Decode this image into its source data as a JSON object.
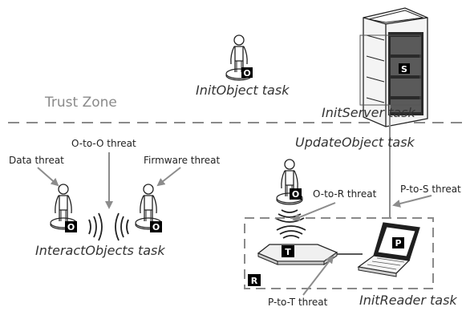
{
  "zone": {
    "label": "Trust Zone"
  },
  "tasks": {
    "init_object": "InitObject task",
    "init_server": "InitServer task",
    "update_object": "UpdateObject task",
    "interact_objects": "InteractObjects task",
    "init_reader": "InitReader task"
  },
  "threats": {
    "data": "Data threat",
    "o_to_o": "O-to-O threat",
    "firmware": "Firmware threat",
    "o_to_r": "O-to-R threat",
    "p_to_s": "P-to-S threat",
    "p_to_t": "P-to-T threat"
  },
  "badges": {
    "object": "O",
    "server": "S",
    "tag": "T",
    "phone": "P",
    "reader": "R"
  },
  "colors": {
    "arrow": "#8c8c8c",
    "dash": "#8a8a8a",
    "zone_text": "#8a8a8a",
    "badge": "#000000"
  }
}
